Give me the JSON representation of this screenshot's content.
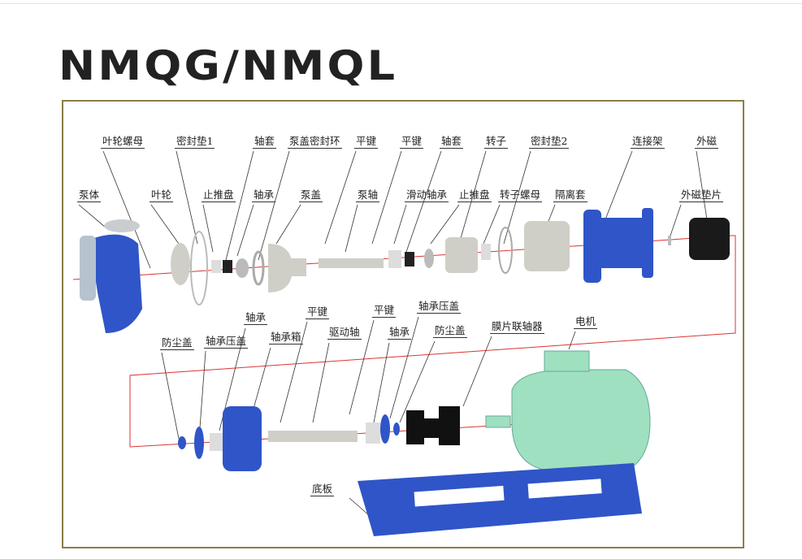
{
  "title": "NMQG/NMQL",
  "labels_top": [
    "叶轮螺母",
    "密封垫1",
    "轴套",
    "泵盖密封环",
    "平键",
    "平键",
    "轴套",
    "转子",
    "密封垫2",
    "连接架",
    "外磁"
  ],
  "labels_mid": [
    "泵体",
    "叶轮",
    "止推盘",
    "轴承",
    "泵盖",
    "泵轴",
    "滑动轴承",
    "止推盘",
    "转子螺母",
    "隔离套",
    "外磁垫片"
  ],
  "labels_low": [
    "轴承",
    "平键",
    "平键",
    "轴承压盖",
    "防尘盖",
    "轴承压盖",
    "轴承箱",
    "驱动轴",
    "轴承",
    "防尘盖",
    "膜片联轴器",
    "电机",
    "底板"
  ],
  "colors": {
    "frame": "#8b7d4a",
    "axis": "#d33",
    "pump_blue": "#2f55c8",
    "motor_green": "#9fe0c0",
    "part_grey": "#cfcfc7"
  }
}
